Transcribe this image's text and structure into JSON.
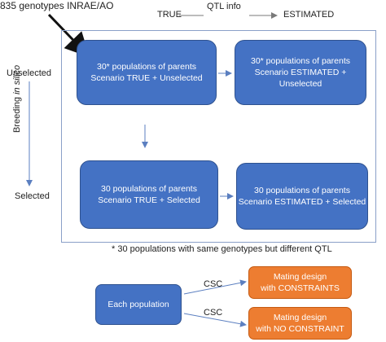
{
  "header": {
    "genotypes": "835 genotypes INRAE/AO",
    "qtl_true": "TRUE",
    "qtl_info": "QTL info",
    "qtl_estimated": "ESTIMATED"
  },
  "side": {
    "unselected": "Unselected",
    "breeding_prefix": "Breeding ",
    "breeding_italic": "in silico",
    "selected": "Selected"
  },
  "boxes": {
    "tl_line1": "30* populations of parents",
    "tl_line2": "Scenario TRUE + Unselected",
    "tr_line1": "30* populations of parents",
    "tr_line2": "Scenario ESTIMATED + Unselected",
    "bl_line1": "30 populations of parents",
    "bl_line2": "Scenario TRUE + Selected",
    "br_line1": "30 populations of parents",
    "br_line2": "Scenario ESTIMATED + Selected"
  },
  "footnote": "* 30 populations with same genotypes but different QTL",
  "mating": {
    "each_population": "Each population",
    "csc_top": "CSC",
    "csc_bottom": "CSC",
    "top_line1": "Mating design",
    "top_line2": "with CONSTRAINTS",
    "bottom_line1": "Mating design",
    "bottom_line2": "with NO CONSTRAINT"
  },
  "colors": {
    "blue_box": "#4472c4",
    "orange_box": "#ed7d31",
    "frame": "#8aa0c8",
    "arrow": "#5b7fc0"
  }
}
